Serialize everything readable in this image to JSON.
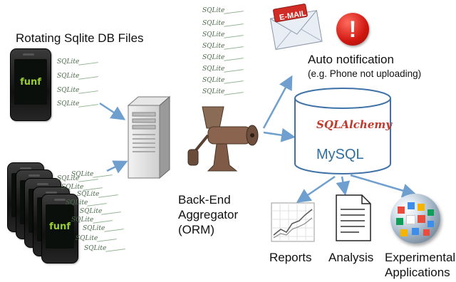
{
  "title": "Rotating Sqlite DB Files",
  "sqlite_label": "SQLite",
  "phone_brand": "funf",
  "aggregator": {
    "line1": "Back-End",
    "line2": "Aggregator",
    "line3": "(ORM)"
  },
  "email_label": "E-MAIL",
  "alert_symbol": "!",
  "notification": {
    "title": "Auto notification",
    "subtitle": "(e.g. Phone not uploading)"
  },
  "db": {
    "orm": "SQLAlchemy",
    "engine": "MySQL"
  },
  "outputs": {
    "reports": "Reports",
    "analysis": "Analysis",
    "experimental_line1": "Experimental",
    "experimental_line2": "Applications"
  },
  "colors": {
    "arrow": "#6f9fcf",
    "alert": "#e2231a",
    "sqlalchemy": "#c0392b",
    "mysql": "#2f6f9f",
    "funf": "#9acd32"
  }
}
